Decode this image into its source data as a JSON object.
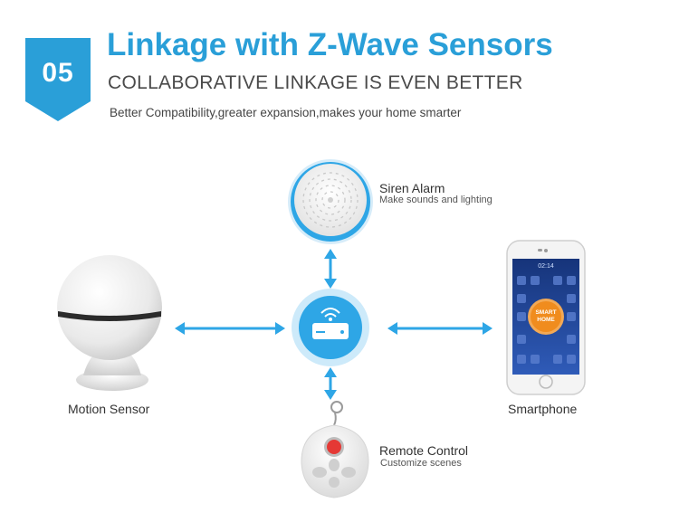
{
  "header": {
    "badge_number": "05",
    "title": "Linkage with Z-Wave Sensors",
    "subtitle": "COLLABORATIVE LINKAGE IS EVEN BETTER",
    "tagline": "Better Compatibility,greater expansion,makes your home smarter"
  },
  "devices": {
    "siren": {
      "name": "Siren Alarm",
      "description": "Make sounds and lighting"
    },
    "motion": {
      "name": "Motion Sensor"
    },
    "smartphone": {
      "name": "Smartphone",
      "screen_button": "SMART HOME",
      "screen_status": "02:14"
    },
    "remote": {
      "name": "Remote Control",
      "description": "Customize scenes"
    }
  },
  "colors": {
    "brand_blue": "#2a9fd8",
    "arrow_blue": "#2ea6e6",
    "hub_ring": "#cdeafa",
    "remote_red": "#e53935",
    "phone_screen": "#1e3a8a",
    "smart_home_orange": "#f08c1e"
  }
}
